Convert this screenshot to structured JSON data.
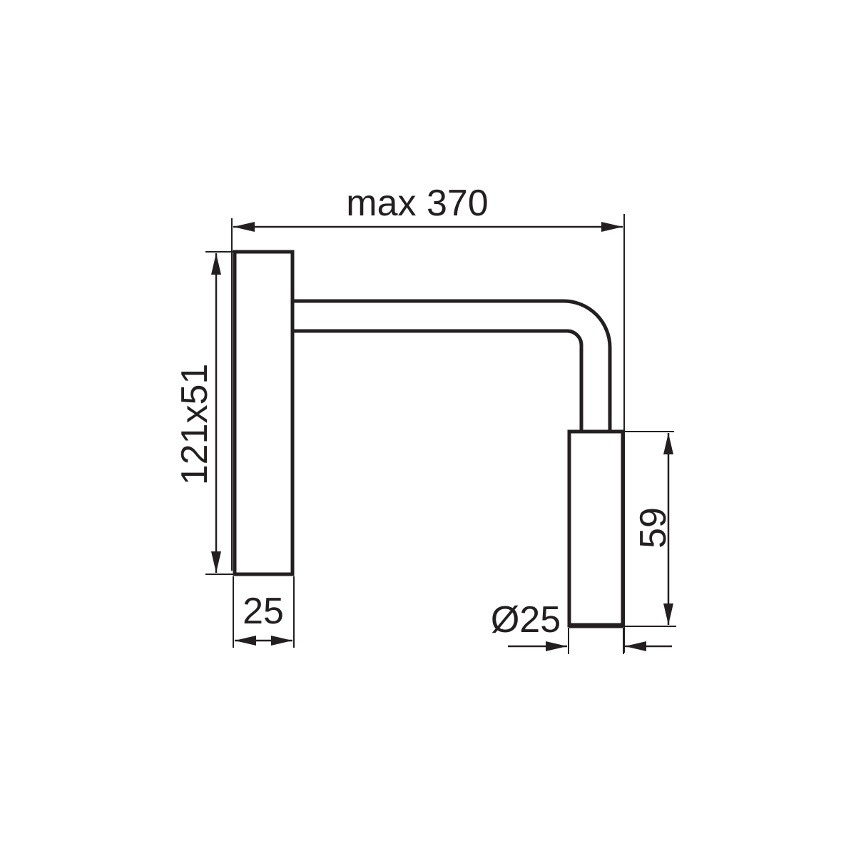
{
  "diagram": {
    "type": "technical dimension drawing",
    "subject": "wall lamp with bent arm",
    "line_color": "#231f20",
    "background": "#ffffff"
  },
  "dimensions": {
    "overall_width": {
      "label": "max 370",
      "value": 370,
      "qualifier": "max"
    },
    "base_plate": {
      "label": "121x51",
      "height": 121,
      "width": 51
    },
    "base_depth": {
      "label": "25",
      "value": 25
    },
    "head_height": {
      "label": "59",
      "value": 59
    },
    "head_diameter": {
      "label": "Ø25",
      "value": 25,
      "symbol": "Ø"
    }
  },
  "parts": [
    {
      "name": "wall base plate"
    },
    {
      "name": "bent tubular arm"
    },
    {
      "name": "cylindrical lamp head"
    }
  ]
}
